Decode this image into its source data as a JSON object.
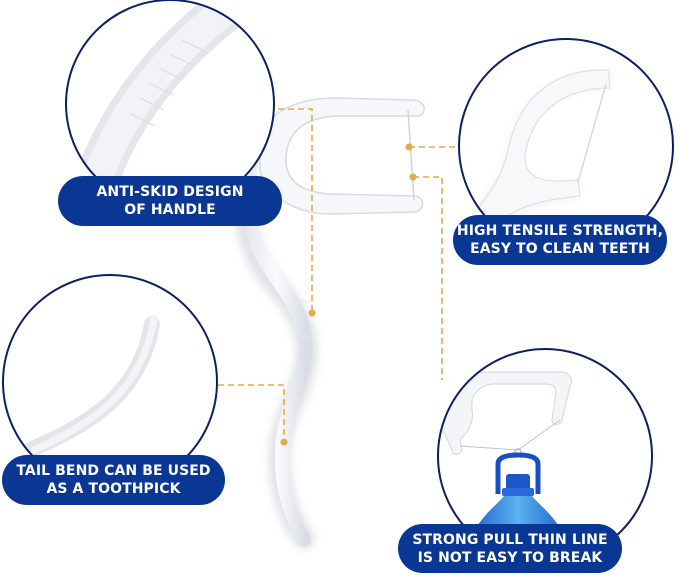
{
  "colors": {
    "badge_bg": "#0A3694",
    "circle_stroke": "#0B1F66",
    "connector": "#E8A94A",
    "product": "#F4F5F8",
    "bottle": "#2A78D6"
  },
  "callouts": [
    {
      "id": "anti-skid",
      "line1": "ANTI-SKID DESIGN",
      "line2": "OF HANDLE",
      "depicts": "handle-closeup"
    },
    {
      "id": "tensile",
      "line1": "HIGH TENSILE STRENGTH,",
      "line2": "EASY TO CLEAN TEETH",
      "depicts": "flosser-head-closeup"
    },
    {
      "id": "tail-bend",
      "line1": "TAIL BEND CAN BE USED",
      "line2": "AS A TOOTHPICK",
      "depicts": "toothpick-tail-closeup"
    },
    {
      "id": "strong-pull",
      "line1": "STRONG PULL THIN LINE",
      "line2": "IS NOT EASY TO BREAK",
      "depicts": "floss-holding-water-bottle"
    }
  ]
}
